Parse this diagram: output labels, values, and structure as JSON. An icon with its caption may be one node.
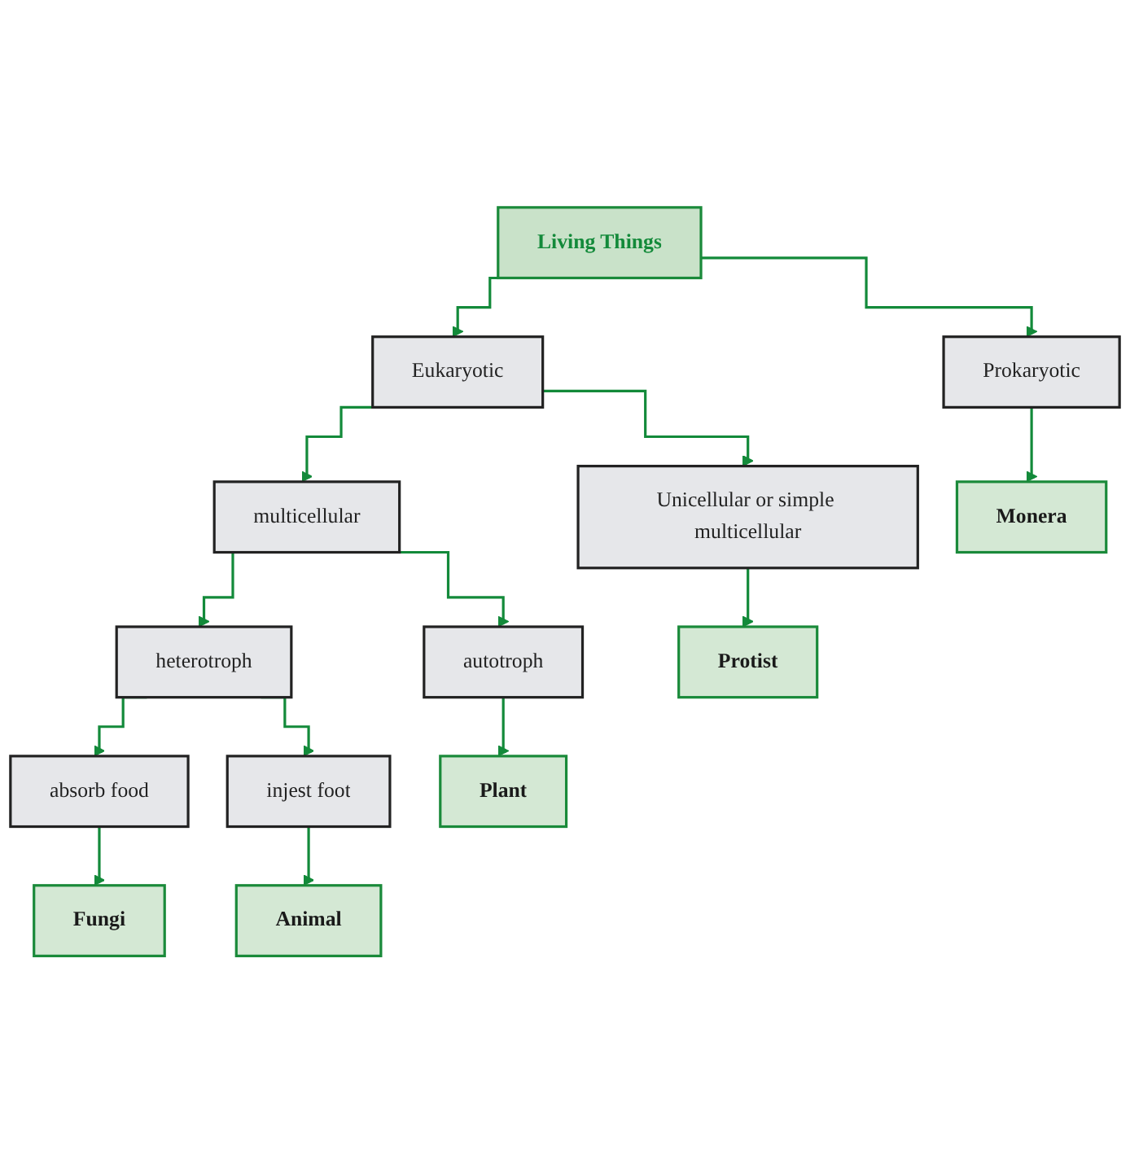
{
  "diagram": {
    "nodes": [
      {
        "text": [
          "Living Things"
        ]
      },
      {
        "text": [
          "Prokaryotic"
        ]
      },
      {
        "text": [
          "Eukaryotic"
        ]
      },
      {
        "text": [
          "Unicellular or simple multicellular"
        ]
      },
      {
        "text": [
          "multicellular"
        ]
      },
      {
        "text": [
          "autotroph"
        ]
      },
      {
        "text": [
          "heterotroph"
        ]
      },
      {
        "text": [
          "absorb food"
        ]
      },
      {
        "text": [
          "injest foot"
        ]
      },
      {
        "text": [
          "Monera"
        ]
      },
      {
        "text": [
          "Protist"
        ]
      },
      {
        "text": [
          "Plant"
        ]
      },
      {
        "text": [
          "Fungi"
        ]
      },
      {
        "text": [
          "Animal"
        ]
      }
    ],
    "edges": [
      {
        "from": 0,
        "to": 1,
        "arrow": "to"
      },
      {
        "from": 0,
        "to": 2,
        "arrow": "to"
      },
      {
        "from": 1,
        "to": 9,
        "arrow": "to"
      },
      {
        "from": 2,
        "to": 3,
        "arrow": "to"
      },
      {
        "from": 2,
        "to": 4,
        "arrow": "to"
      },
      {
        "from": 3,
        "to": 10,
        "arrow": "to"
      },
      {
        "from": 4,
        "to": 5,
        "arrow": "to"
      },
      {
        "from": 4,
        "to": 6,
        "arrow": "to"
      },
      {
        "from": 5,
        "to": 11,
        "arrow": "to"
      },
      {
        "from": 6,
        "to": 7,
        "arrow": "to"
      },
      {
        "from": 6,
        "to": 8,
        "arrow": "to"
      },
      {
        "from": 7,
        "to": 12,
        "arrow": "to"
      },
      {
        "from": 8,
        "to": 13,
        "arrow": "to"
      }
    ]
  }
}
